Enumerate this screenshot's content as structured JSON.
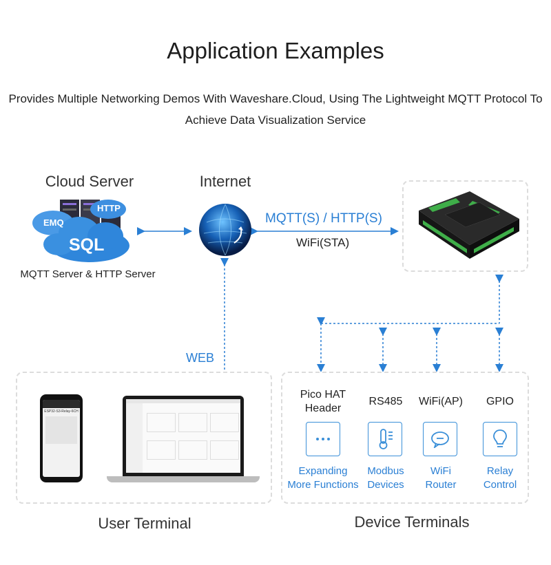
{
  "header": {
    "title": "Application Examples",
    "subtitle_line1": "Provides Multiple Networking Demos With Waveshare.Cloud, Using The Lightweight MQTT Protocol To",
    "subtitle_line2": "Achieve Data Visualization Service"
  },
  "cloud": {
    "title": "Cloud Server",
    "caption": "MQTT Server & HTTP Server",
    "tags": {
      "emq": "EMQ",
      "http": "HTTP",
      "sql": "SQL"
    }
  },
  "internet": {
    "title": "Internet"
  },
  "link": {
    "protocol": "MQTT(S) / HTTP(S)",
    "wifi": "WiFi(STA)"
  },
  "web_label": "WEB",
  "user_terminal": {
    "title": "User Terminal",
    "phone_header": "ESP32-S3-Relay-6CH"
  },
  "device_terminals": {
    "title": "Device Terminals",
    "items": [
      {
        "name_line1": "Pico HAT",
        "name_line2": "Header",
        "desc_line1": "Expanding",
        "desc_line2": "More Functions",
        "icon": "ellipsis-icon"
      },
      {
        "name_line1": "RS485",
        "name_line2": "",
        "desc_line1": "Modbus",
        "desc_line2": "Devices",
        "icon": "thermometer-icon"
      },
      {
        "name_line1": "WiFi(AP)",
        "name_line2": "",
        "desc_line1": "WiFi",
        "desc_line2": "Router",
        "icon": "chat-icon"
      },
      {
        "name_line1": "GPIO",
        "name_line2": "",
        "desc_line1": "Relay",
        "desc_line2": "Control",
        "icon": "lightbulb-icon"
      }
    ]
  },
  "colors": {
    "accent": "#2a7fd4",
    "dashed": "#dcdcdc",
    "device_green": "#3fae49",
    "device_body": "#1c1c1c"
  }
}
